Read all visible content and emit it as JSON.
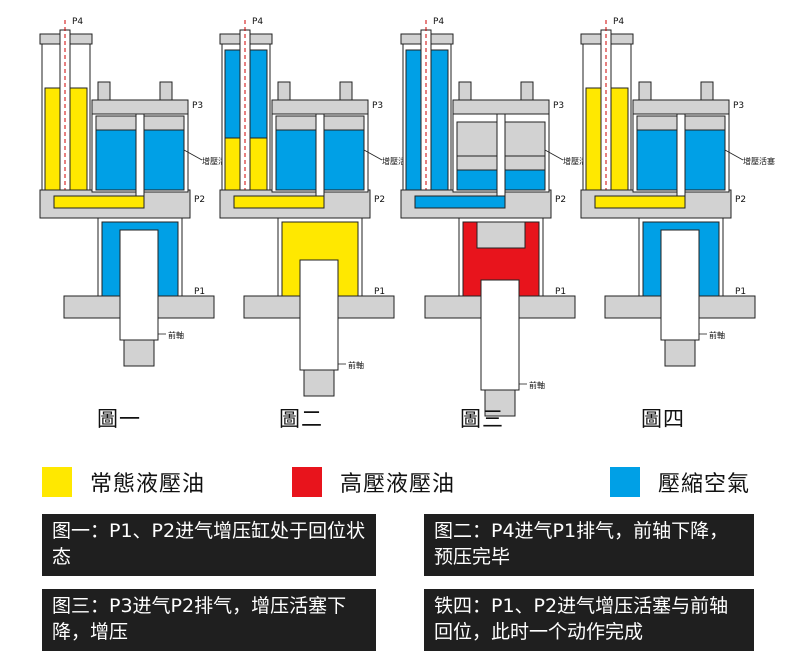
{
  "colors": {
    "normal_oil": "#ffe800",
    "high_oil": "#e8141c",
    "air": "#00a0e6"
  },
  "port_labels": {
    "p1": "P1",
    "p2": "P2",
    "p3": "P3",
    "p4": "P4"
  },
  "callouts": {
    "d1_piston": "增壓活塞",
    "d1_shaft": "前軸",
    "d2_piston": "增壓活塞",
    "d2_shaft": "前軸",
    "d3_piston": "增壓活塞",
    "d3_shaft": "前軸",
    "d4_piston": "增壓活塞",
    "d4_shaft": "前軸"
  },
  "figures": [
    "圖一",
    "圖二",
    "圖三",
    "圖四"
  ],
  "legend": [
    {
      "label": "常態液壓油"
    },
    {
      "label": "高壓液壓油"
    },
    {
      "label": "壓縮空氣"
    }
  ],
  "descriptions": [
    "图一：P1、P2进气增压缸处于回位状态",
    "图二：P4进气P1排气，前轴下降，预压完毕",
    "图三：P3进气P2排气，增压活塞下降，增压",
    "铁四：P1、P2进气增压活塞与前轴回位，此时一个动作完成"
  ]
}
